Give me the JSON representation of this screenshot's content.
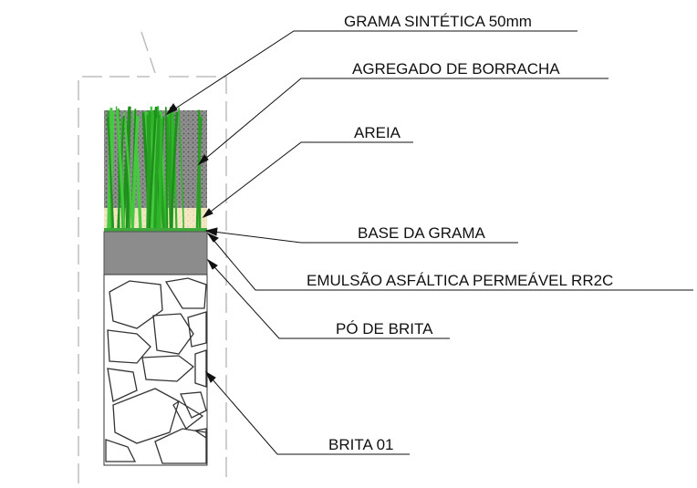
{
  "labels": {
    "grama_sintetica": "GRAMA SINTÉTICA 50mm",
    "agregado_borracha": "AGREGADO DE BORRACHA",
    "areia": "AREIA",
    "base_grama": "BASE DA GRAMA",
    "emulsao": "EMULSÃO ASFÁLTICA PERMEÁVEL RR2C",
    "po_brita": "PÓ DE BRITA",
    "brita": "BRITA 01"
  },
  "colors": {
    "grass": "#2fb52a",
    "grass_dark": "#1f8f1c",
    "rubber": "#8a8a8a",
    "sand": "#f2e6bf",
    "base": "#3fa83a",
    "emulsion": "#8c8c8c",
    "stone_line": "#333333",
    "outline": "#bdbdbd"
  }
}
